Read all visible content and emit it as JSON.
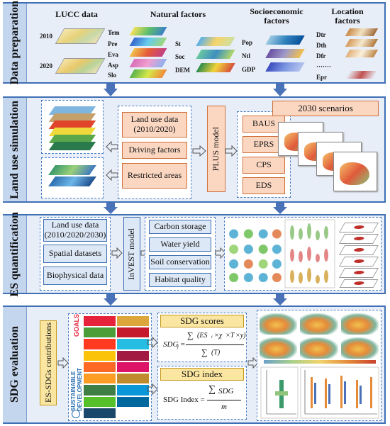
{
  "sections": {
    "s1": "Data preparation",
    "s2": "Land use simulation",
    "s3": "ES quantification",
    "s4": "SDG evaluation"
  },
  "prep": {
    "lucc_title": "LUCC data",
    "natural_title": "Natural factors",
    "socio_title": "Socioeconomic factors",
    "location_title": "Location factors",
    "years": [
      "2010",
      "2020"
    ],
    "natural_col1": [
      "Tem",
      "Pre",
      "Eva",
      "Asp",
      "Slo"
    ],
    "natural_col2": [
      "St",
      "Soc",
      "DEM"
    ],
    "socio": [
      "Pop",
      "Ntl",
      "GDP"
    ],
    "location": [
      "Dtr",
      "Dth",
      "Dfr",
      "·······",
      "Epr"
    ]
  },
  "sim": {
    "inputs": [
      "Land use data (2010/2020)",
      "Driving factors",
      "Restricted areas"
    ],
    "model": "PLUS model",
    "scenarios": [
      "BAUS",
      "EPRS",
      "CPS",
      "EDS"
    ],
    "scenario_title": "2030 scenarios"
  },
  "es": {
    "inputs": [
      "Land use data (2010/2020/2030)",
      "Spatial datasets",
      "Biophysical data"
    ],
    "model": "InVEST model",
    "services": [
      "Carbon storage",
      "Water yield",
      "Soil conservation",
      "Habitat quality"
    ]
  },
  "sdg": {
    "contrib": "ES-SDGs contributions",
    "goals_word": "GOALS",
    "sdg_side": "SUSTAINABLE DEVELOPMENT",
    "scores_title": "SDG scores",
    "scores_lhs": "SDG",
    "index_title": "SDG index",
    "index_lhs": "SDG Index =",
    "index_den": "m"
  },
  "colors": {
    "panel_border": "#3f6fb5",
    "panel_bg": "#e8eef8",
    "peach": "#fbd7c2",
    "yellow": "#fbe6a1",
    "arrow": "#4a72b8"
  }
}
